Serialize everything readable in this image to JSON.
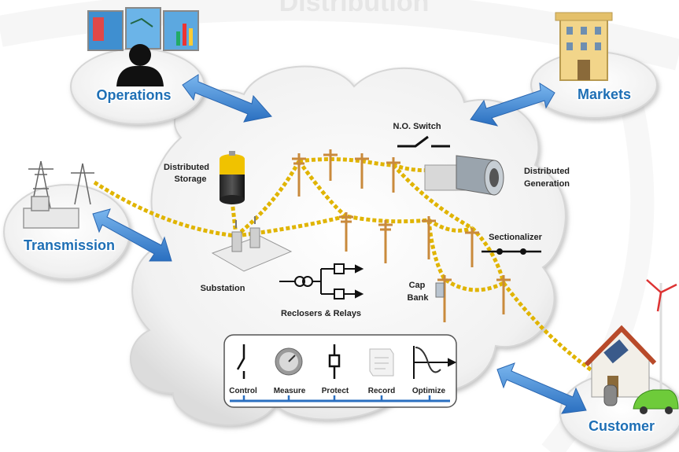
{
  "header": {
    "title": "Distribution"
  },
  "nodes": {
    "operations": "Operations",
    "markets": "Markets",
    "transmission": "Transmission",
    "customer": "Customer"
  },
  "components": {
    "distributed_storage_line1": "Distributed",
    "distributed_storage_line2": "Storage",
    "no_switch": "N.O. Switch",
    "distributed_generation_line1": "Distributed",
    "distributed_generation_line2": "Generation",
    "sectionalizer": "Sectionalizer",
    "substation": "Substation",
    "cap_bank_line1": "Cap",
    "cap_bank_line2": "Bank",
    "reclosers_relays": "Reclosers & Relays"
  },
  "toolbox": {
    "items": [
      "Control",
      "Measure",
      "Protect",
      "Record",
      "Optimize"
    ]
  },
  "colors": {
    "cloud": "#f4f4f4",
    "arrow": "#4a8fd6",
    "wire": "#e0b400",
    "node_label": "#1e6fb5",
    "pole": "#c98a3c"
  }
}
